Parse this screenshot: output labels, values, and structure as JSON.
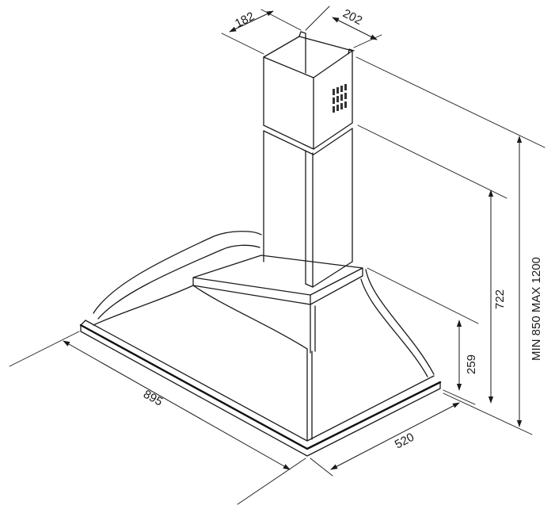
{
  "dimensions": {
    "chimney_width": "182",
    "chimney_depth": "202",
    "overall_height": "MIN 850 MAX 1200",
    "hood_height": "722",
    "canopy_height": "259",
    "hood_width": "895",
    "hood_depth": "520"
  },
  "colors": {
    "line": "#1a1a1a",
    "background": "#ffffff"
  }
}
